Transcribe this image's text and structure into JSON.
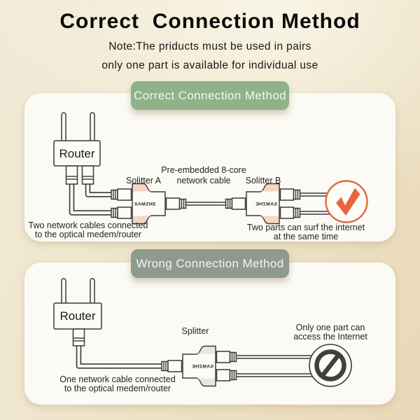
{
  "title": "Correct  Connection Method",
  "note_line1": "Note:The priducts must be used in pairs",
  "note_line2": "only one part is available for individual use",
  "colors": {
    "background": "#eee4ca",
    "panel": "#fbfaf5",
    "badge_correct": "#8fb289",
    "badge_wrong": "#8f998d",
    "accent_orange": "#e5673e",
    "line_dark": "#3b3a36",
    "splitter_shade_pink": "#f6d6c4"
  },
  "panels": {
    "correct": {
      "badge": "Correct Connection Method",
      "router_label": "Router",
      "splitter_a_label": "Solitter A",
      "splitter_b_label": "Solitter B",
      "cable_note_line1": "Pre-embedded 8-core",
      "cable_note_line2": "network cable",
      "brand": "SAMZHE",
      "left_caption_line1": "Two network cables connected",
      "left_caption_line2": "to the optical medem/router",
      "right_caption_line1": "Two parts can surf the internet",
      "right_caption_line2": "at the same time",
      "result_icon": "check-icon"
    },
    "wrong": {
      "badge": "Wrong Connection Method",
      "router_label": "Router",
      "splitter_label": "Splitter",
      "brand": "SAMZHE",
      "left_caption_line1": "One network cable connected",
      "left_caption_line2": "to the optical medem/router",
      "right_caption_line1": "Only one part can",
      "right_caption_line2": "access the Internet",
      "result_icon": "no-entry-icon"
    }
  }
}
